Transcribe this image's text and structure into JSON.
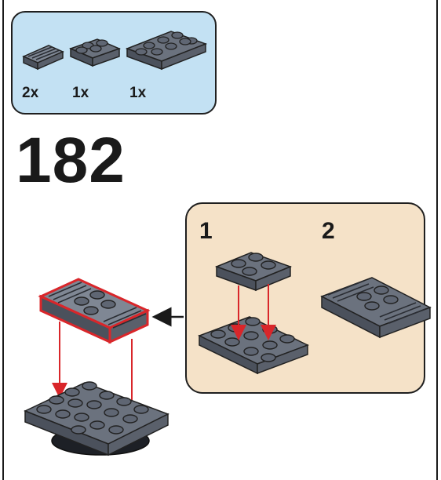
{
  "parts_list": [
    {
      "qty": "2x",
      "part_icon": "grille-tile-1x2-icon"
    },
    {
      "qty": "1x",
      "part_icon": "plate-2x2-icon"
    },
    {
      "qty": "1x",
      "part_icon": "plate-2x4-icon"
    }
  ],
  "step": {
    "number": "182"
  },
  "subassembly": {
    "substeps": [
      {
        "number": "1"
      },
      {
        "number": "2"
      }
    ]
  },
  "colors": {
    "parts_box": "#c3e1f3",
    "subassembly_box": "#f5e2c8",
    "brick_gray": "#5f6673",
    "highlight_outline": "#d9262a",
    "arrow": "#d9262a"
  }
}
